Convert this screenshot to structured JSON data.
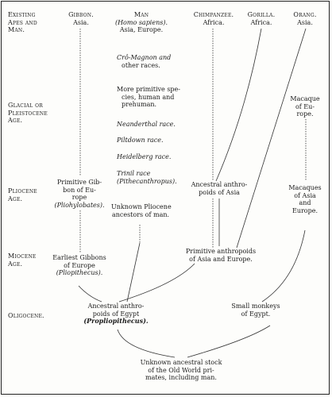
{
  "periods": {
    "existing": [
      "Existing",
      "Apes and",
      "Man."
    ],
    "glacial": [
      "Glacial or",
      "Pleistocene",
      "Age."
    ],
    "pliocene": [
      "Pliocene",
      "Age."
    ],
    "miocene": [
      "Miocene",
      "Age."
    ],
    "oligocene": "Oligocene."
  },
  "columns": {
    "gibbon": [
      "Gibbon.",
      "Asia."
    ],
    "man": [
      "Man",
      "(Homo sapiens).",
      "Asia, Europe."
    ],
    "chimpanzee": [
      "Chimpanzee.",
      "Africa."
    ],
    "gorilla": [
      "Gorilla.",
      "Africa."
    ],
    "orang": [
      "Orang.",
      "Asia."
    ]
  },
  "man_line": {
    "cro_magnon": [
      "Crô-Magnon and",
      "other races."
    ],
    "primitive_species": [
      "More primitive spe-",
      "cies, human and",
      "prehuman."
    ],
    "neanderthal": "Neanderthal race.",
    "piltdown": "Piltdown race.",
    "heidelberg": "Heidelberg race.",
    "trinil": [
      "Trinil race",
      "(Pithecanthropus)."
    ],
    "unknown_pliocene": [
      "Unknown Pliocene",
      "ancestors of man."
    ]
  },
  "gibbon_line": {
    "primitive_gibbon": [
      "Primitive Gib-",
      "bon of Eu-",
      "rope",
      "(Pliohylobates)."
    ],
    "earliest_gibbons": [
      "Earliest Gibbons",
      "of Europe",
      "(Pliopithecus)."
    ]
  },
  "anthropoids": {
    "pliocene": [
      "Ancestral anthro-",
      "poids of Asia"
    ],
    "miocene": [
      "Primitive anthropoids",
      "of Asia and Europe."
    ]
  },
  "macaques": {
    "glacial": [
      "Macaque",
      "of Eu-",
      "rope."
    ],
    "pliocene": [
      "Macaques",
      "of Asia",
      "and",
      "Europe."
    ]
  },
  "small_monkeys": [
    "Small monkeys",
    "of Egypt."
  ],
  "propliopithecus": [
    "Ancestral anthro-",
    "poids of Egypt",
    "(Propliopithecus)."
  ],
  "unknown_stock": [
    "Unknown ancestral stock",
    "of the Old World pri-",
    "mates, including man."
  ]
}
